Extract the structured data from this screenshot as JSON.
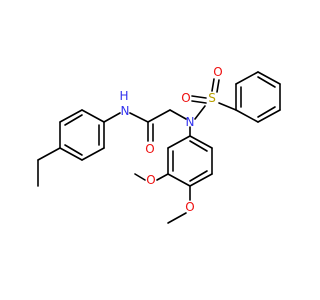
{
  "molecule": {
    "atom_labels": {
      "amide_nh": "H",
      "amide_n": "N",
      "carbonyl_o": "O",
      "sulfonamide_n": "N",
      "sulfur": "S",
      "sulfonyl_o_left": "O",
      "sulfonyl_o_right": "O",
      "methoxy_o_3": "O",
      "methoxy_o_4": "O"
    }
  }
}
